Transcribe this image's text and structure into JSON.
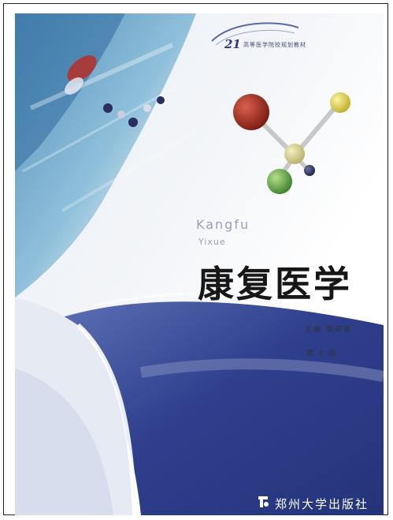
{
  "cover": {
    "series_number": "21",
    "series_text": "高等医学院校规划教材",
    "pinyin_line1": "Kangfu",
    "pinyin_line2": "Yixue",
    "title": "康复医学",
    "editor_line": "主编  郭卓家",
    "edition_line": "第 2 版",
    "publisher": "郑州大学出版社",
    "colors": {
      "wave_blue": "#2c3d86",
      "ball_red": "#a3271c",
      "ball_yellow": "#e0d64a",
      "ball_green": "#5fa24a",
      "ball_dark": "#2a2f55"
    },
    "icons": [
      "molecule-illustration",
      "publisher-logo-icon",
      "series-logo-icon"
    ]
  }
}
